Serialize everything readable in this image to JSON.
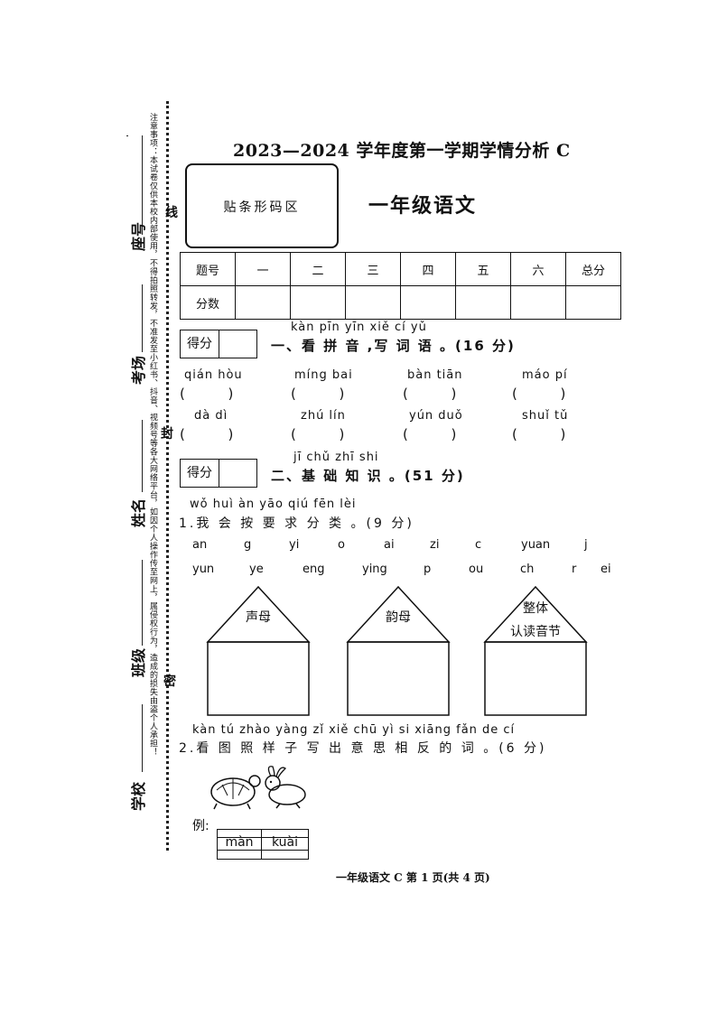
{
  "header": {
    "title": "2023—2024 学年度第一学期学情分析 C",
    "barcode_area": "贴条形码区",
    "subject": "一年级语文"
  },
  "score_table": {
    "row1": [
      "题号",
      "一",
      "二",
      "三",
      "四",
      "五",
      "六",
      "总分"
    ],
    "row2_label": "分数"
  },
  "score_box_label": "得分",
  "section1": {
    "pinyin": "kàn pīn yīn  xiě cí yǔ",
    "title": "一、看 拼 音 ,写 词 语 。(16 分)",
    "items": [
      {
        "pinyin": "qián hòu",
        "blank": "(          )"
      },
      {
        "pinyin": "míng bai",
        "blank": "(          )"
      },
      {
        "pinyin": "bàn tiān",
        "blank": "(          )"
      },
      {
        "pinyin": "máo pí",
        "blank": "(          )"
      },
      {
        "pinyin": "dà dì",
        "blank": "(          )"
      },
      {
        "pinyin": "zhú lín",
        "blank": "(          )"
      },
      {
        "pinyin": "yún duǒ",
        "blank": "(          )"
      },
      {
        "pinyin": "shuǐ tǔ",
        "blank": "(          )"
      }
    ]
  },
  "section2": {
    "pinyin": "jī chǔ zhī shi",
    "title": "二、基 础 知 识 。(51 分)"
  },
  "q1": {
    "pinyin": "wǒ huì àn yāo qiú fēn lèi",
    "title": "1.我 会 按 要 求 分 类 。(9 分)",
    "row1": [
      "an",
      "g",
      "yi",
      "o",
      "ai",
      "zi",
      "c",
      "yuan",
      "j"
    ],
    "row2": [
      "yun",
      "ye",
      "eng",
      "ying",
      "p",
      "ou",
      "ch",
      "r",
      "ei"
    ],
    "houses": [
      {
        "line1": "声母",
        "line2": ""
      },
      {
        "line1": "韵母",
        "line2": ""
      },
      {
        "line1": "整体",
        "line2": "认读音节"
      }
    ]
  },
  "q2": {
    "pinyin": "kàn tú zhào yàng zǐ xiě chū yì si xiāng fǎn de cí",
    "title": "2.看 图 照  样 子 写 出 意 思  相  反 的 词 。(6 分)",
    "example_label": "例:",
    "example_cells": [
      "màn",
      "kuài"
    ]
  },
  "sidebar": {
    "seat": "座号",
    "room": "考场",
    "name": "姓名",
    "class": "班级",
    "school": "学校",
    "seal_xian": "线",
    "seal_feng": "封",
    "seal_mi": "密",
    "notice": "注意事项：本试卷仅供本校内部使用，不得拍照转发，不准发至小红书、抖音、视频号等各大网络平台，如因个人操作传至网上，属侵权行为，造成的损失由盗个人承担！"
  },
  "footer": "一年级语文 C   第 1 页(共 4 页)"
}
